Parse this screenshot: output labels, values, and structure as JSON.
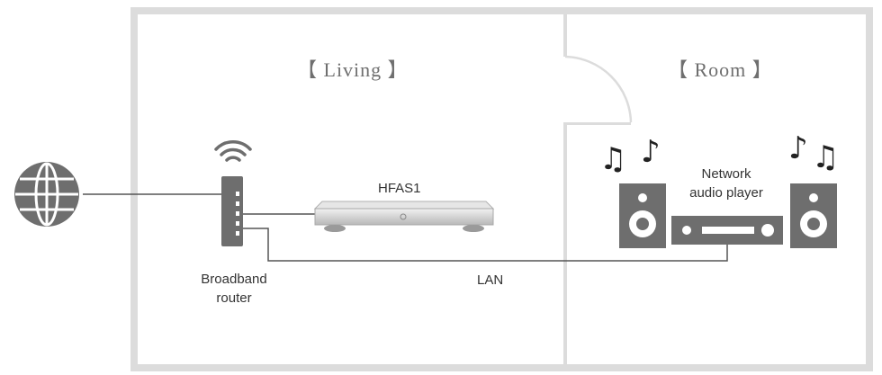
{
  "rooms": {
    "living_label": "【 Living 】",
    "room_label": "【 Room 】"
  },
  "devices": {
    "hfas1_label": "HFAS1",
    "router_label_line1": "Broadband",
    "router_label_line2": "router",
    "player_label_line1": "Network",
    "player_label_line2": "audio player"
  },
  "connections": {
    "lan_label": "LAN"
  },
  "icons": {
    "internet": "globe-icon",
    "router": "router-icon",
    "server": "hfas1-server-icon",
    "speaker_left": "speaker-icon",
    "speaker_right": "speaker-icon",
    "player": "audio-player-icon",
    "notes": "music-note-icon"
  },
  "colors": {
    "wall": "#dcdcdc",
    "device": "#6e6e6e",
    "line": "#555555"
  }
}
